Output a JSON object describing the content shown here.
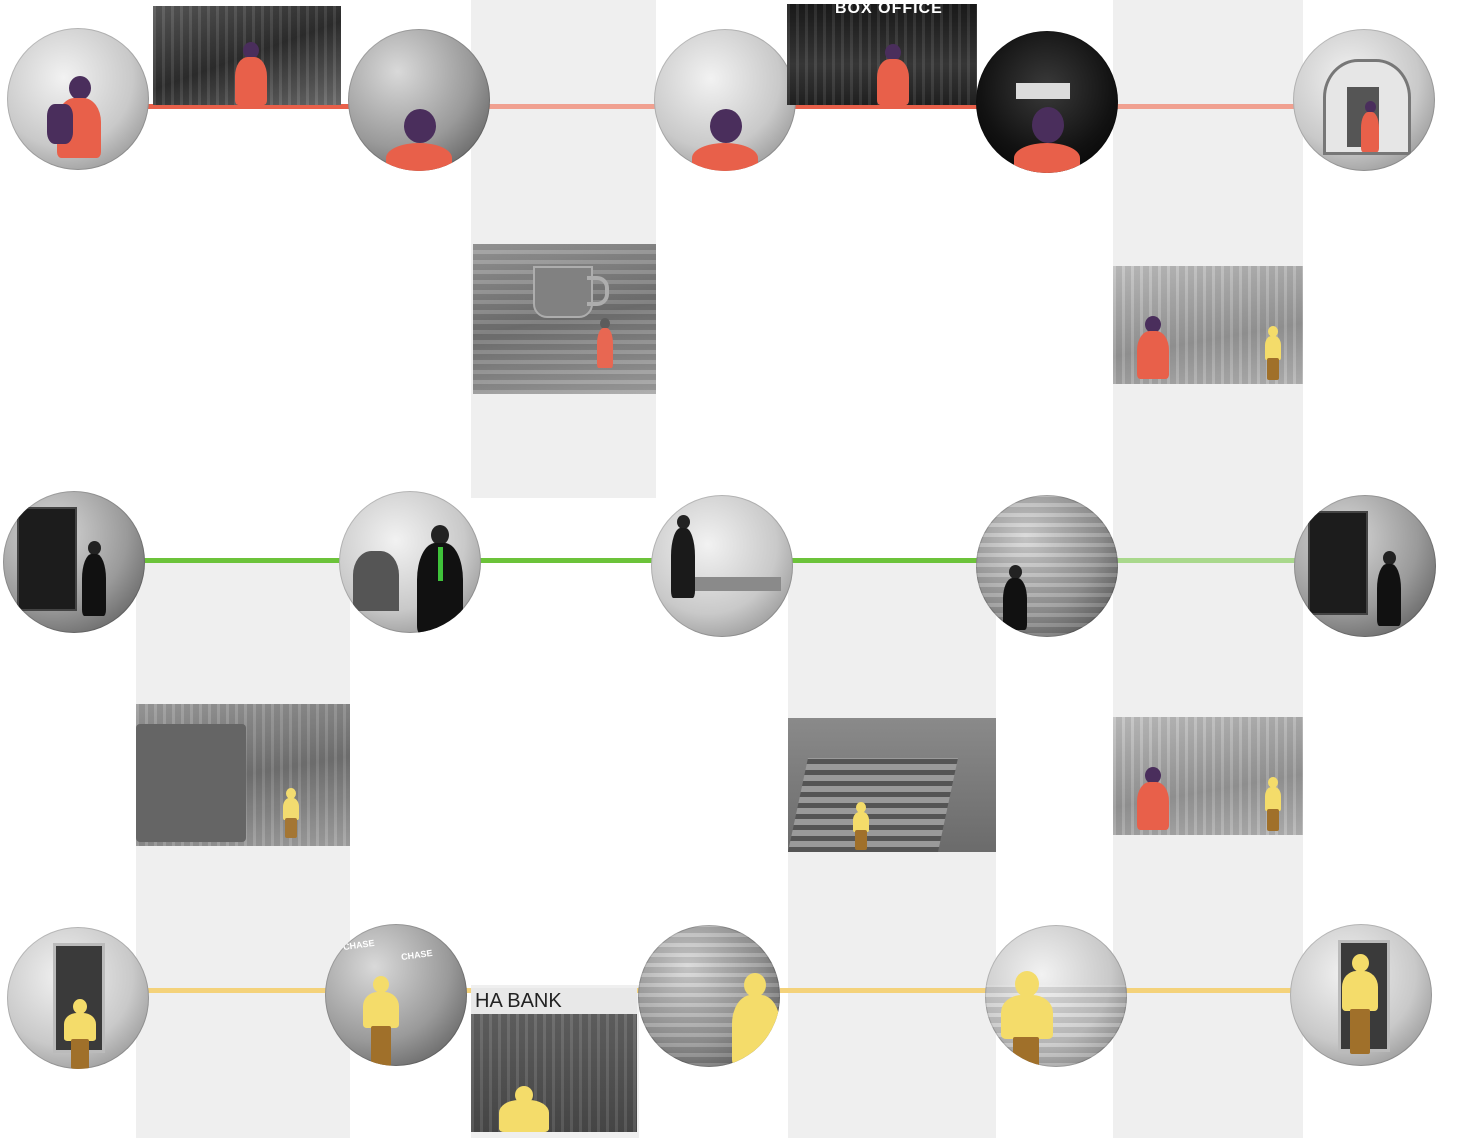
{
  "colors": {
    "route_student": "#e8604a",
    "route_student_faint": "#f0a090",
    "route_worker": "#6cc33a",
    "route_worker_faint": "#a9d88c",
    "route_elder": "#f4d27a",
    "band": "#efefef",
    "student_jacket": "#e8604a",
    "student_backpack": "#4a2e5c",
    "worker_tie": "#3fc23a",
    "elder_sweater": "#f4dc6a",
    "elder_pants": "#a0702a"
  },
  "signs": {
    "box_office": "BOX OFFICE",
    "bank": "HA BANK",
    "chase": "CHASE"
  },
  "nodes": [
    {
      "name": "student-home-hallway-node",
      "icon": "student-with-backpack-icon"
    },
    {
      "name": "student-subway-photo",
      "icon": "subway-car-icon"
    },
    {
      "name": "student-classroom-node",
      "icon": "classroom-icon"
    },
    {
      "name": "student-coffee-shop-photo",
      "icon": "coffee-cup-icon"
    },
    {
      "name": "student-study-group-node",
      "icon": "study-group-icon"
    },
    {
      "name": "student-box-office-photo",
      "icon": "ticket-icon"
    },
    {
      "name": "student-cinema-node",
      "icon": "cinema-screen-icon"
    },
    {
      "name": "student-park-photo",
      "icon": "park-trees-icon"
    },
    {
      "name": "student-house-node",
      "icon": "house-icon"
    },
    {
      "name": "worker-door-node",
      "icon": "door-icon"
    },
    {
      "name": "worker-bus-stop-photo",
      "icon": "bus-icon"
    },
    {
      "name": "worker-office-node",
      "icon": "office-icon"
    },
    {
      "name": "worker-desk-node",
      "icon": "desk-icon"
    },
    {
      "name": "worker-stairs-photo",
      "icon": "stairs-icon"
    },
    {
      "name": "worker-market-node",
      "icon": "market-icon"
    },
    {
      "name": "worker-park-photo",
      "icon": "park-trees-icon"
    },
    {
      "name": "worker-door-return-node",
      "icon": "door-icon"
    },
    {
      "name": "elder-door-node",
      "icon": "door-icon"
    },
    {
      "name": "elder-atm-node",
      "icon": "atm-icon"
    },
    {
      "name": "elder-bank-photo",
      "icon": "bank-icon"
    },
    {
      "name": "elder-cafe-node",
      "icon": "cafe-crowd-icon"
    },
    {
      "name": "elder-flower-market-node",
      "icon": "flower-market-icon"
    },
    {
      "name": "elder-door-return-node",
      "icon": "door-icon"
    }
  ]
}
